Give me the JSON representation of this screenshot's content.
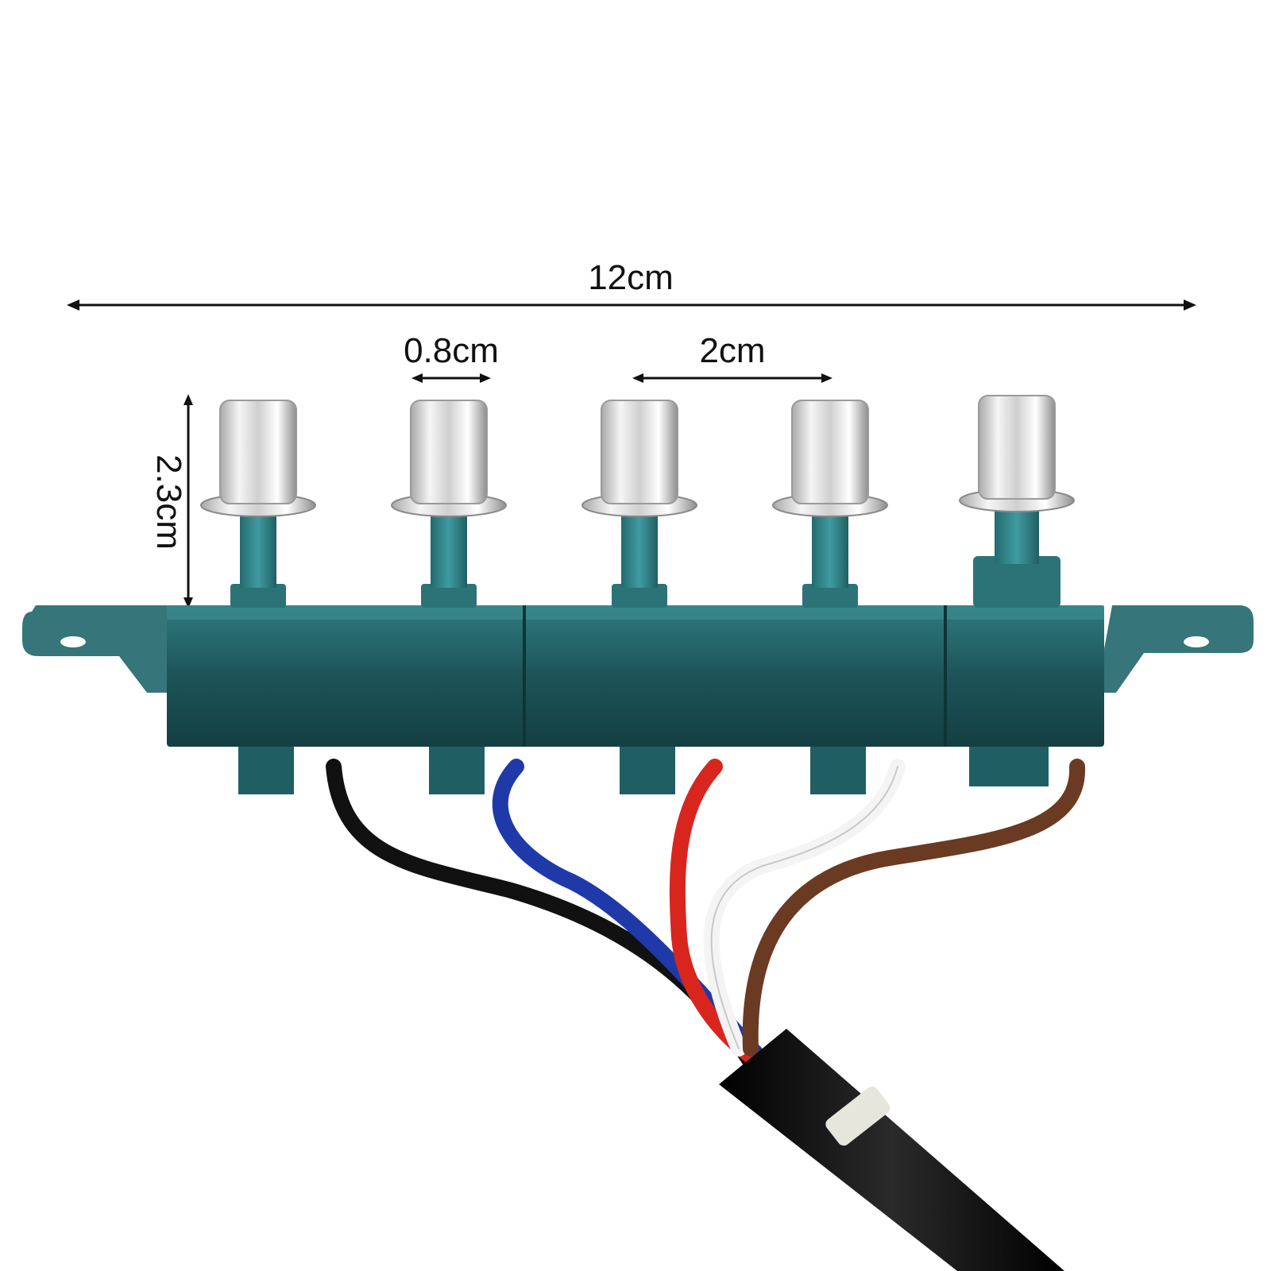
{
  "dimensions": {
    "overall_length": "12cm",
    "button_diameter": "0.8cm",
    "button_spacing": "2cm",
    "height": "2.3cm"
  },
  "product": {
    "buttons": [
      {
        "id": 1
      },
      {
        "id": 2
      },
      {
        "id": 3
      },
      {
        "id": 4
      },
      {
        "id": 5
      }
    ],
    "wire_colors": {
      "black": "#111111",
      "blue": "#1f3aa8",
      "red": "#d8261f",
      "white": "#f4f4f4",
      "brown": "#6b3a22"
    },
    "housing_color": "#1f5f63",
    "cap_color": "#d9d9d9"
  }
}
